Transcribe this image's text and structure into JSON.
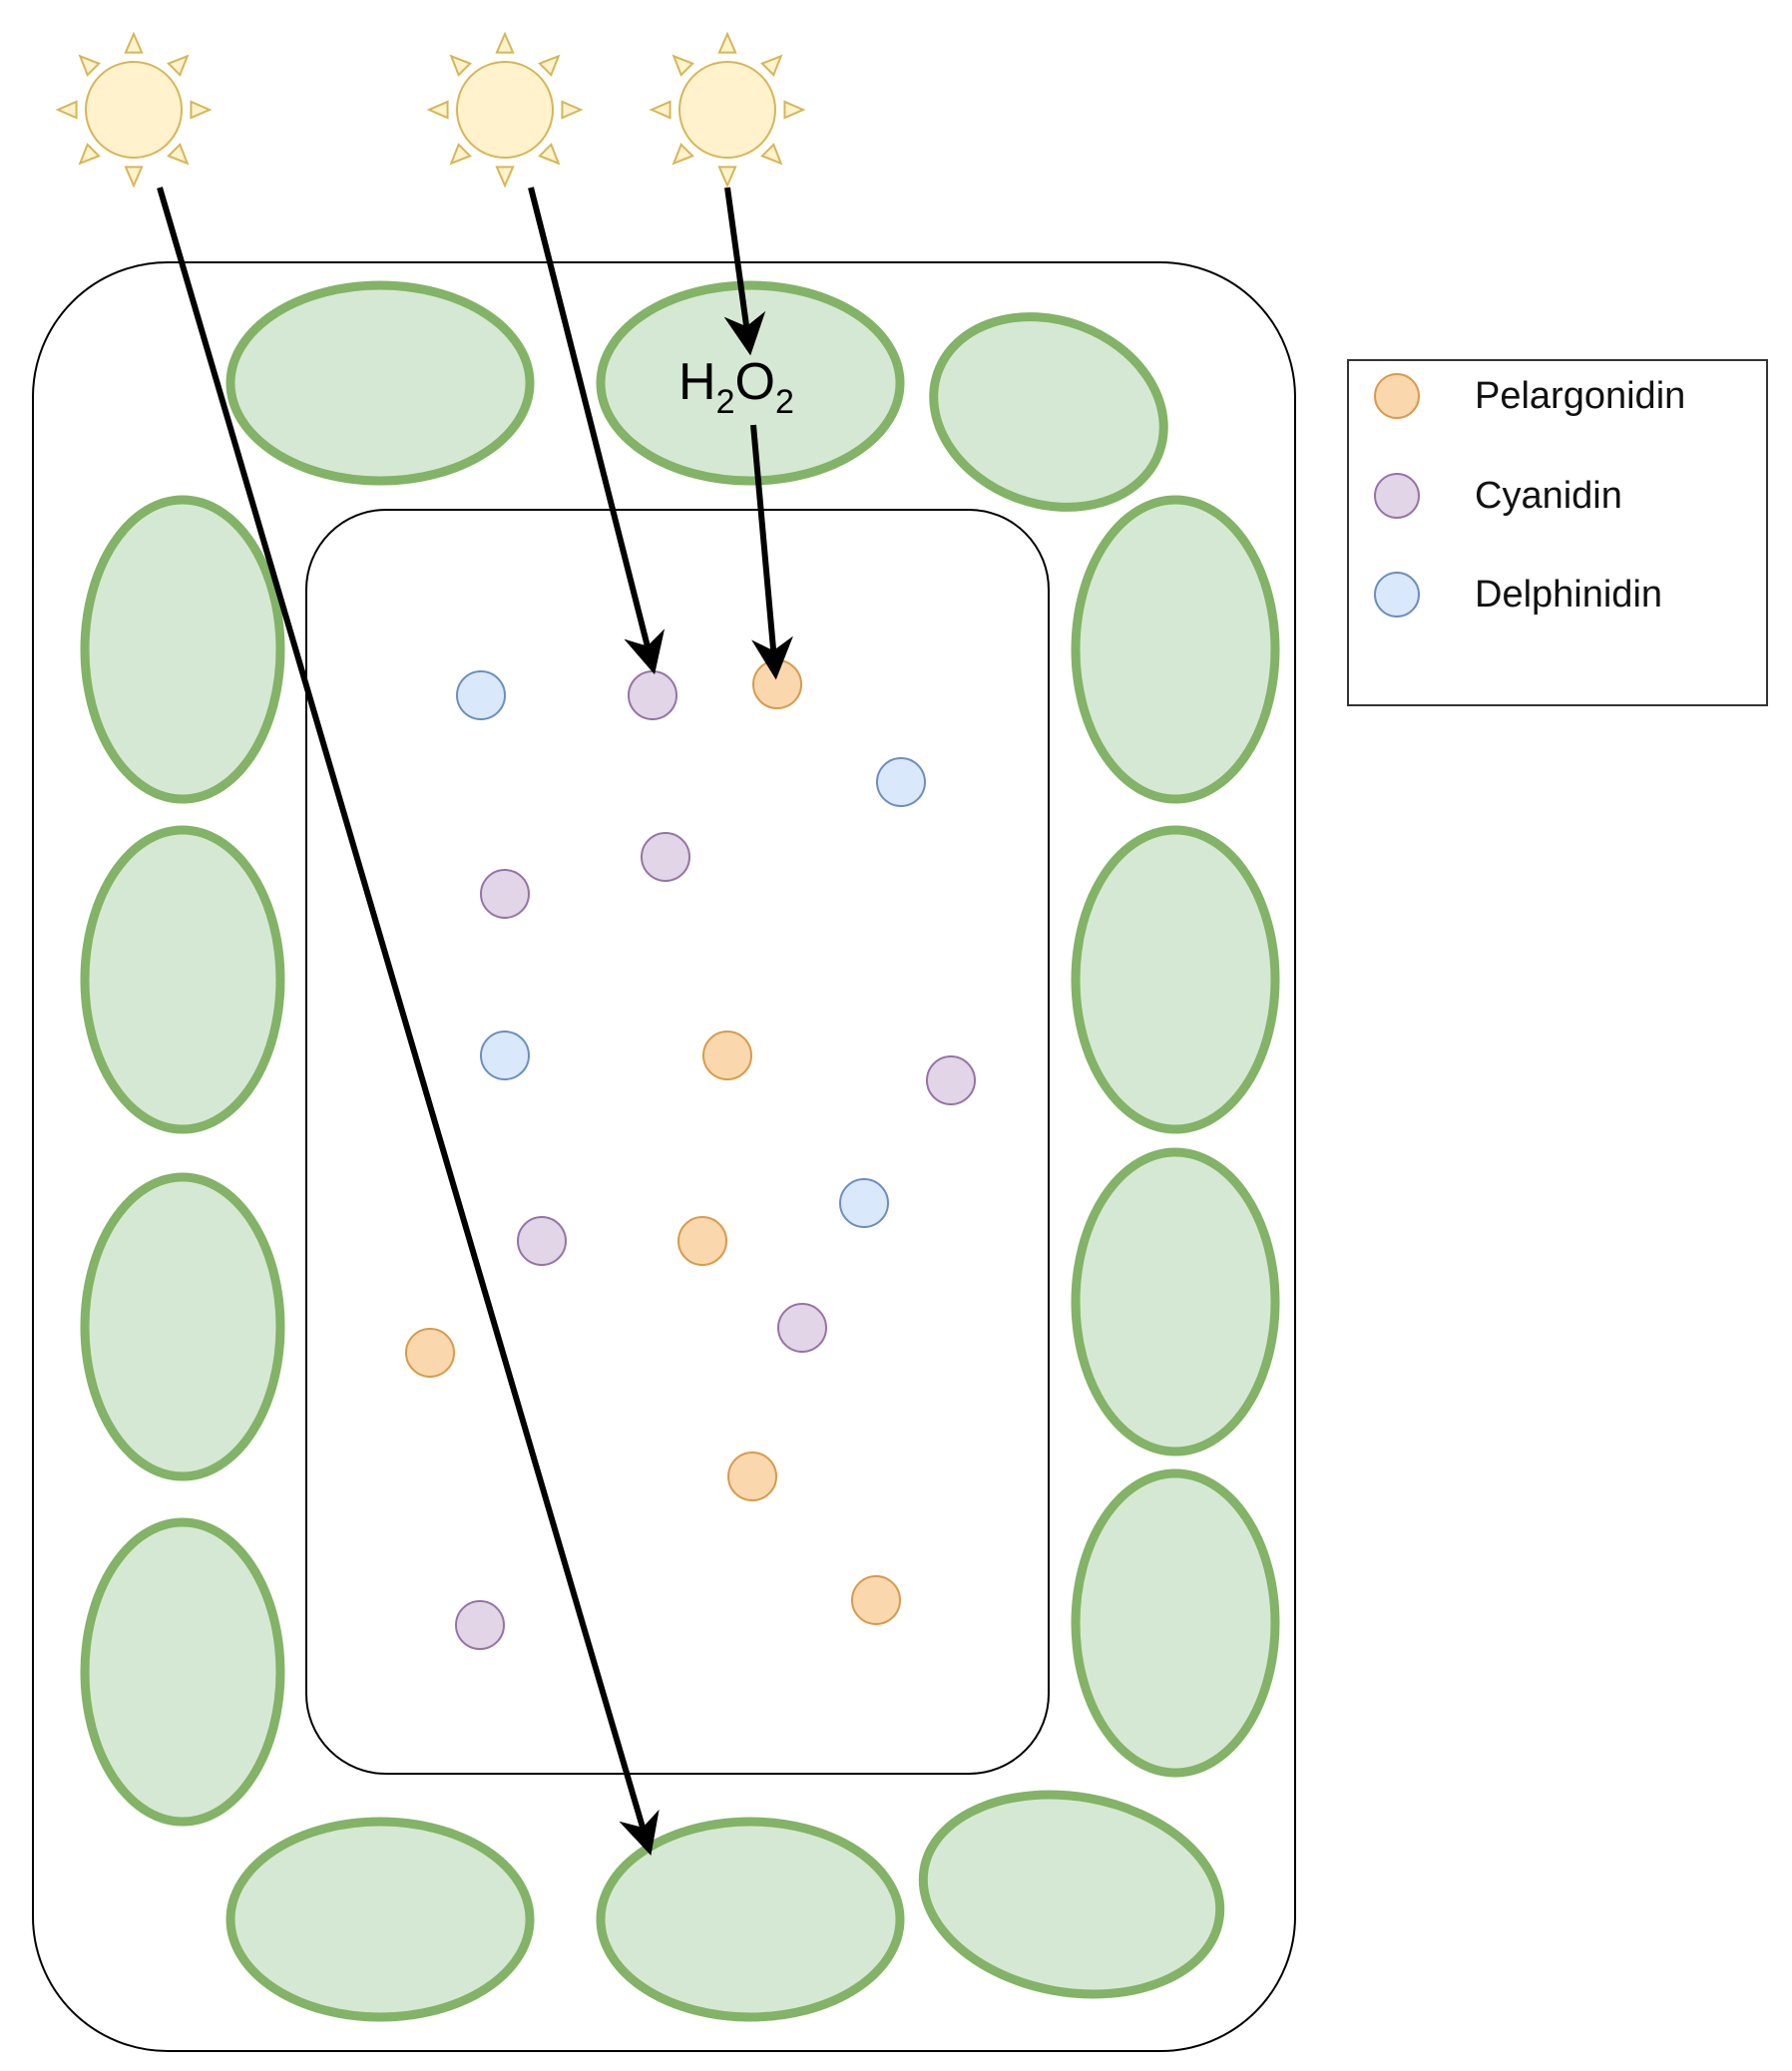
{
  "legend": {
    "items": [
      {
        "label": "Pelargonidin",
        "fill": "#fad7ac",
        "stroke": "#d79b4b"
      },
      {
        "label": "Cyanidin",
        "fill": "#e1d5e7",
        "stroke": "#9673a6"
      },
      {
        "label": "Delphinidin",
        "fill": "#dae8fc",
        "stroke": "#6c8ebf"
      }
    ]
  },
  "molecule_label": {
    "h": "H",
    "sub1": "2",
    "o": "O",
    "sub2": "2"
  },
  "colors": {
    "sun_fill": "#fff2cc",
    "sun_stroke": "#d6b656",
    "chloroplast_fill": "#d5e8d4",
    "chloroplast_stroke": "#82b366",
    "arrow": "#000000",
    "cell_wall": "#000000",
    "vacuole": "#000000"
  },
  "icons": [
    "sun-icon",
    "sun-icon",
    "sun-icon"
  ]
}
